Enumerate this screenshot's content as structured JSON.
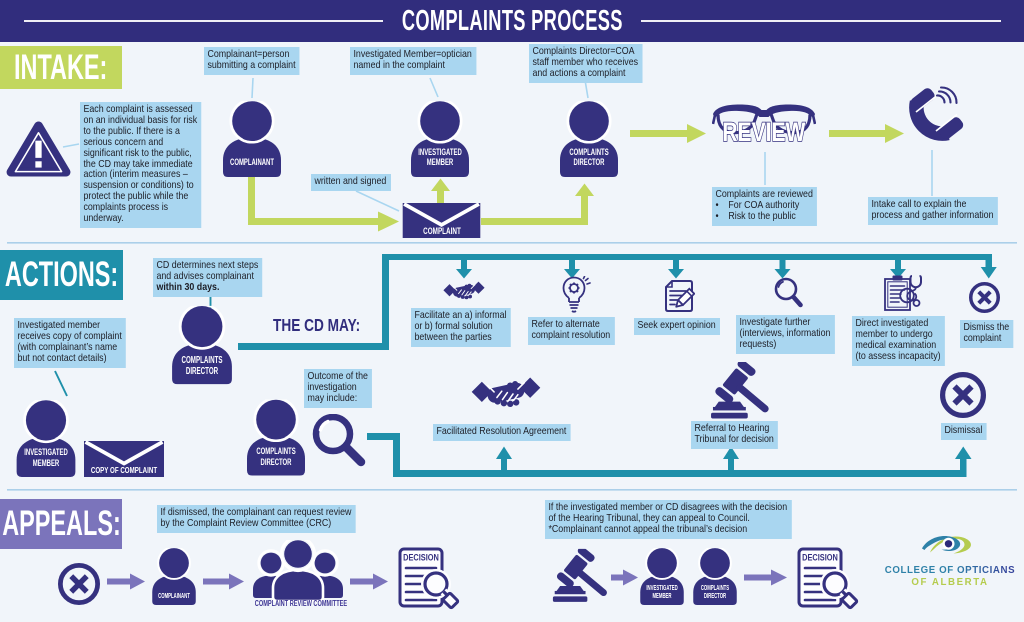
{
  "title": "COMPLAINTS PROCESS",
  "colors": {
    "indigo": "#312d7d",
    "icon": "#35317f",
    "lightblue": "#a9d6f0",
    "green": "#c2d75e",
    "teal": "#1f90aa",
    "purple": "#7b74bb",
    "bg": "#f1f5fa",
    "divider": "#abcfe9",
    "text": "#1d1e26",
    "logoteal": "#2e81a8",
    "logonavy": "#35449b",
    "logogreen": "#b5cc4e"
  },
  "intake": {
    "heading": "INTAKE:",
    "risk_note": [
      "Each complaint is assessed",
      "on an individual basis for risk",
      "to the public. If there is a",
      "serious concern and",
      "significant risk to the public,",
      "the CD may take immediate",
      "action (interim measures –",
      "suspension or conditions) to",
      "protect the public while the",
      "complaints process is",
      "underway."
    ],
    "complainant_def": [
      "Complainant=person",
      "submitting a complaint"
    ],
    "member_def": [
      "Investigated Member=optician",
      "named in the complaint"
    ],
    "director_def": [
      "Complaints Director=COA",
      "staff member who receives",
      "and actions a complaint"
    ],
    "written_signed": "written and signed",
    "complainant": "COMPLAINANT",
    "investigated_member": [
      "INVESTIGATED",
      "MEMBER"
    ],
    "complaints_director": [
      "COMPLAINTS",
      "DIRECTOR"
    ],
    "envelope": "COMPLAINT",
    "review_word": "REVIEW",
    "reviewed_note": [
      "Complaints are reviewed",
      "•    For COA authority",
      "•    Risk to the public"
    ],
    "intake_call_note": [
      "Intake call to explain the",
      "process and gather information"
    ]
  },
  "actions": {
    "heading": "ACTIONS:",
    "cd_determines": [
      "CD determines next steps",
      "and advises complainant"
    ],
    "cd_determines_bold": "within 30 days.",
    "the_cd_may": "THE CD MAY:",
    "complaints_director": [
      "COMPLAINTS",
      "DIRECTOR"
    ],
    "receives_copy": [
      "Investigated member",
      "receives copy of complaint",
      "(with complainant’s name",
      "but not contact details)"
    ],
    "investigated_member": [
      "INVESTIGATED",
      "MEMBER"
    ],
    "copy_envelope": "COPY OF COMPLAINT",
    "outcome_note": [
      "Outcome of the",
      "investigation",
      "may include:"
    ],
    "options": [
      {
        "label": [
          "Facilitate an a) informal",
          "or b) formal solution",
          "between the parties"
        ],
        "icon": "handshake"
      },
      {
        "label": [
          "Refer to alternate",
          "complaint resolution"
        ],
        "icon": "bulb-gear"
      },
      {
        "label": [
          "Seek expert opinion"
        ],
        "icon": "document-pencil"
      },
      {
        "label": [
          "Investigate further",
          "(interviews, information",
          "requests)"
        ],
        "icon": "magnifier"
      },
      {
        "label": [
          "Direct investigated",
          "member to undergo",
          "medical examination",
          "(to assess incapacity)"
        ],
        "icon": "clipboard-stethoscope"
      },
      {
        "label": [
          "Dismiss the",
          "complaint"
        ],
        "icon": "circle-x"
      }
    ],
    "outcomes": {
      "facilitated": "Facilitated Resolution Agreement",
      "referral": [
        "Referral to Hearing",
        "Tribunal for decision"
      ],
      "dismissal": "Dismissal"
    }
  },
  "appeals": {
    "heading": "APPEALS:",
    "if_dismissed": [
      "If dismissed, the complainant can request review",
      "by the Complaint Review Committee (CRC)"
    ],
    "complainant": "COMPLAINANT",
    "committee": "COMPLAINT REVIEW COMMITTEE",
    "decision": "DECISION",
    "if_disagrees": [
      "If the investigated member or CD disagrees with the decision",
      "of the Hearing Tribunal, they can appeal to Council.",
      "*Complainant cannot appeal the tribunal’s decision"
    ],
    "investigated_member": [
      "INVESTIGATED",
      "MEMBER"
    ],
    "complaints_director": [
      "COMPLAINTS",
      "DIRECTOR"
    ]
  },
  "logo": {
    "line1": "COLLEGE OF OPTICIANS",
    "line2": "OF ALBERTA"
  }
}
